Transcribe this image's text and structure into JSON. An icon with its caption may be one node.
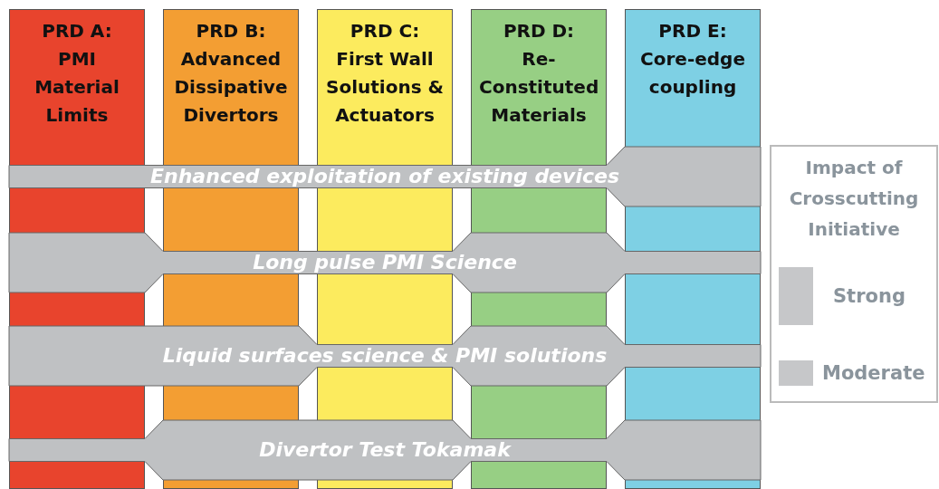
{
  "diagram": {
    "nodes": [
      {
        "text": [
          "PRD A:",
          "PMI Material Limits"
        ]
      },
      {
        "text": [
          "PRD B:",
          "Advanced Dissipative Divertors"
        ]
      },
      {
        "text": [
          "PRD C:",
          "First Wall Solutions & Actuators"
        ]
      },
      {
        "text": [
          "PRD D:",
          "Re-Constituted Materials"
        ]
      },
      {
        "text": [
          "PRD E:",
          "Core-edge coupling"
        ]
      },
      {
        "text": [
          "Enhanced exploitation of existing devices"
        ]
      },
      {
        "text": [
          "Long pulse PMI Science"
        ]
      },
      {
        "text": [
          "Liquid surfaces science & PMI solutions"
        ]
      },
      {
        "text": [
          "Divertor Test Tokamak"
        ]
      }
    ],
    "labels": [
      "Impact of Crosscutting Initiative"
    ],
    "legend": [
      {
        "text": "Strong"
      },
      {
        "text": "Moderate"
      }
    ]
  }
}
